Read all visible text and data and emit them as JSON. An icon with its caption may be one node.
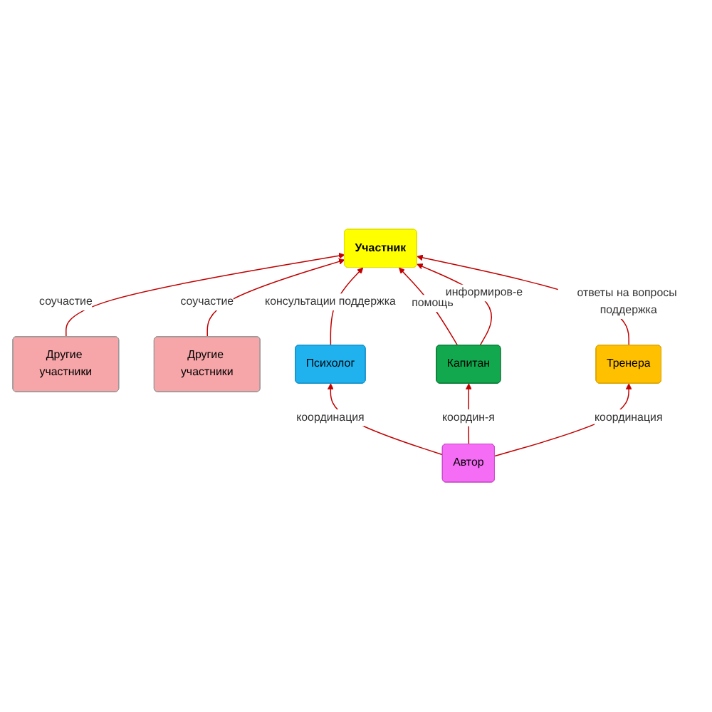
{
  "diagram": {
    "nodes": [
      {
        "text": [
          "Другие участники"
        ]
      },
      {
        "text": [
          "Участник"
        ]
      },
      {
        "text": [
          "Другие участники"
        ]
      },
      {
        "text": [
          "Психолог"
        ]
      },
      {
        "text": [
          "Капитан"
        ]
      },
      {
        "text": [
          "Тренера"
        ]
      },
      {
        "text": [
          "Автор"
        ]
      }
    ],
    "edges": [
      {
        "from": 0,
        "to": 1,
        "arrow": "to",
        "label": "соучастие"
      },
      {
        "from": 2,
        "to": 1,
        "arrow": "to",
        "label": "соучастие"
      },
      {
        "from": 3,
        "to": 1,
        "arrow": "to",
        "label": "консультации поддержка"
      },
      {
        "from": 4,
        "to": 1,
        "arrow": "to",
        "label": "помощь"
      },
      {
        "from": 4,
        "to": 1,
        "arrow": "to",
        "label": "информиров-е"
      },
      {
        "from": 5,
        "to": 1,
        "arrow": "to",
        "label": "ответы на вопросы поддержка"
      },
      {
        "from": 6,
        "to": 3,
        "arrow": "to",
        "label": "координация"
      },
      {
        "from": 6,
        "to": 4,
        "arrow": "to",
        "label": "координ-я"
      },
      {
        "from": 6,
        "to": 5,
        "arrow": "to",
        "label": "координация"
      }
    ]
  }
}
